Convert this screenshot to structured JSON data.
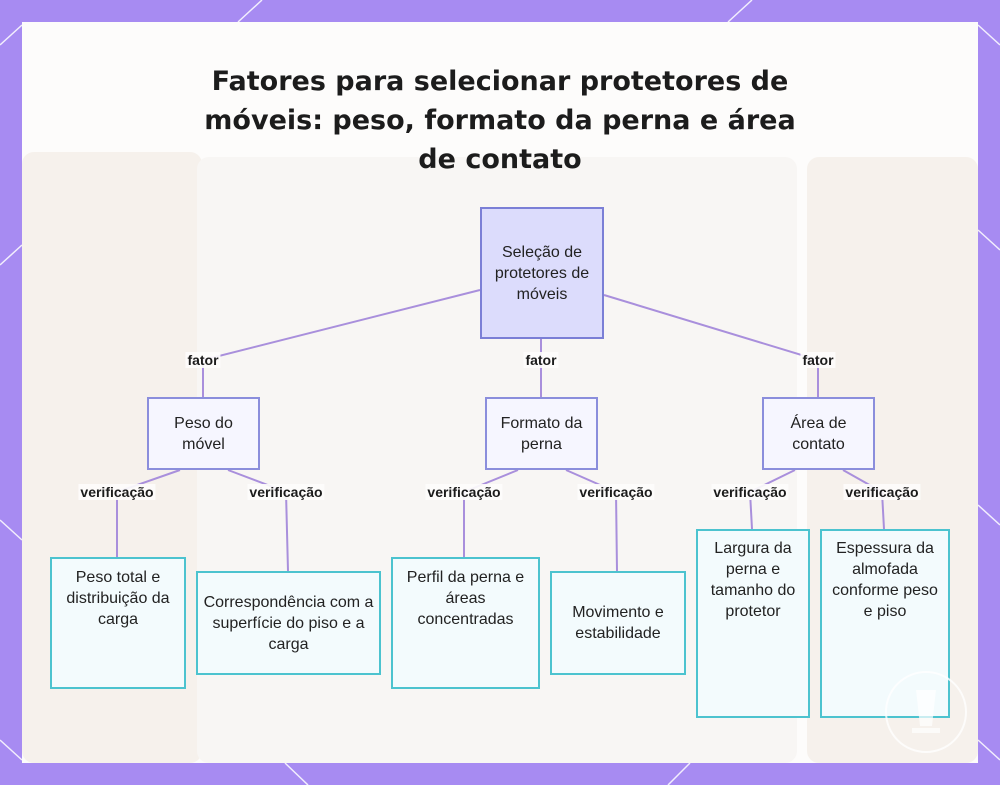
{
  "title": "Fatores para selecionar protetores de móveis: peso, formato da perna e área de contato",
  "root": {
    "label": "Seleção de protetores de móveis"
  },
  "edge_labels": {
    "factor": "fator",
    "check": "verificação"
  },
  "factors": [
    {
      "label": "Peso do móvel",
      "checks": [
        "Peso total e distribuição da carga",
        "Correspondência com a superfície do piso e a carga"
      ]
    },
    {
      "label": "Formato da perna",
      "checks": [
        "Perfil da perna e áreas concentradas",
        "Movimento e estabilidade"
      ]
    },
    {
      "label": "Área de contato",
      "checks": [
        "Largura da perna e tamanho do protetor",
        "Espessura da almofada conforme peso e piso"
      ]
    }
  ],
  "colors": {
    "frame": "#a78bf2",
    "root_fill": "#dcdcfc",
    "root_border": "#7b7fd6",
    "factor_border": "#8b8edc",
    "leaf_border": "#4cc3cf",
    "edge": "#a98fdc"
  }
}
